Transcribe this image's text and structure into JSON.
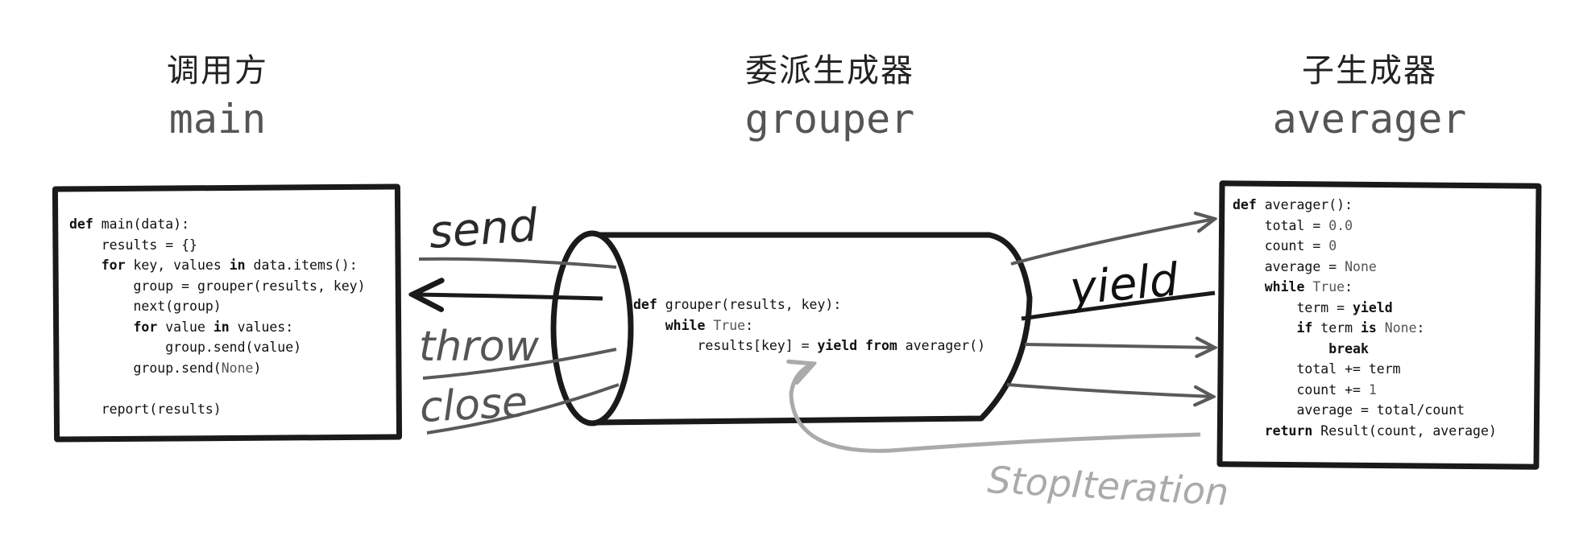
{
  "headings": {
    "caller": {
      "cn": "调用方",
      "en": "main"
    },
    "delegating": {
      "cn": "委派生成器",
      "en": "grouper"
    },
    "subgen": {
      "cn": "子生成器",
      "en": "averager"
    }
  },
  "code": {
    "main": [
      [
        {
          "t": "def ",
          "k": 1
        },
        {
          "t": "main(data):"
        }
      ],
      [
        {
          "t": "    results = {}"
        }
      ],
      [
        {
          "t": "    for ",
          "k": 1
        },
        {
          "t": "key, values "
        },
        {
          "t": "in ",
          "k": 1
        },
        {
          "t": "data.items():"
        }
      ],
      [
        {
          "t": "        group = grouper(results, key)"
        }
      ],
      [
        {
          "t": "        next(group)"
        }
      ],
      [
        {
          "t": "        for ",
          "k": 1
        },
        {
          "t": "value "
        },
        {
          "t": "in ",
          "k": 1
        },
        {
          "t": "values:"
        }
      ],
      [
        {
          "t": "            group.send(value)"
        }
      ],
      [
        {
          "t": "        group.send("
        },
        {
          "t": "None",
          "l": 1
        },
        {
          "t": ")"
        }
      ],
      [
        {
          "t": ""
        }
      ],
      [
        {
          "t": "    report(results)"
        }
      ]
    ],
    "grouper": [
      [
        {
          "t": "def ",
          "k": 1
        },
        {
          "t": "grouper(results, key):"
        }
      ],
      [
        {
          "t": "    while ",
          "k": 1
        },
        {
          "t": "True",
          "l": 1
        },
        {
          "t": ":"
        }
      ],
      [
        {
          "t": "        results[key] = "
        },
        {
          "t": "yield from ",
          "k": 1
        },
        {
          "t": "averager()"
        }
      ]
    ],
    "averager": [
      [
        {
          "t": "def ",
          "k": 1
        },
        {
          "t": "averager():"
        }
      ],
      [
        {
          "t": "    total = "
        },
        {
          "t": "0.0",
          "l": 1
        }
      ],
      [
        {
          "t": "    count = "
        },
        {
          "t": "0",
          "l": 1
        }
      ],
      [
        {
          "t": "    average = "
        },
        {
          "t": "None",
          "l": 1
        }
      ],
      [
        {
          "t": "    while ",
          "k": 1
        },
        {
          "t": "True",
          "l": 1
        },
        {
          "t": ":"
        }
      ],
      [
        {
          "t": "        term = "
        },
        {
          "t": "yield",
          "k": 1
        }
      ],
      [
        {
          "t": "        if ",
          "k": 1
        },
        {
          "t": "term "
        },
        {
          "t": "is ",
          "k": 1
        },
        {
          "t": "None",
          "l": 1
        },
        {
          "t": ":"
        }
      ],
      [
        {
          "t": "            break",
          "k": 1
        }
      ],
      [
        {
          "t": "        total += term"
        }
      ],
      [
        {
          "t": "        count += "
        },
        {
          "t": "1",
          "l": 1
        }
      ],
      [
        {
          "t": "        average = total/count"
        }
      ],
      [
        {
          "t": "    return ",
          "k": 1
        },
        {
          "t": "Result(count, average)"
        }
      ]
    ]
  },
  "labels": {
    "send": "send",
    "throw": "throw",
    "close": "close",
    "yield": "yield",
    "stop_iteration": "StopIteration"
  },
  "colors": {
    "ink": "#1a1a1a",
    "arrow_grey": "#5a5a5a",
    "light_grey": "#aaaaaa"
  }
}
